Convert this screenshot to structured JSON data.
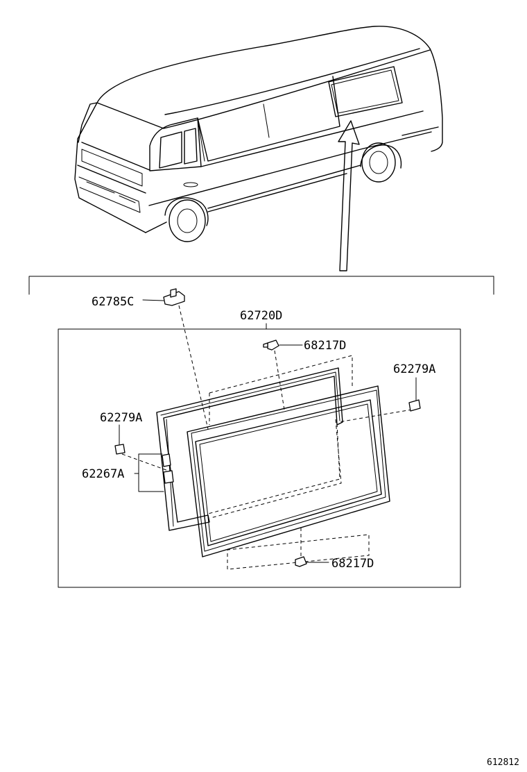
{
  "labels": {
    "p62785c": "62785C",
    "p62720d": "62720D",
    "p68217d_top": "68217D",
    "p62279a_right": "62279A",
    "p62279a_left": "62279A",
    "p62267a": "62267A",
    "p68217d_bottom": "68217D"
  },
  "figure_id": "612812"
}
